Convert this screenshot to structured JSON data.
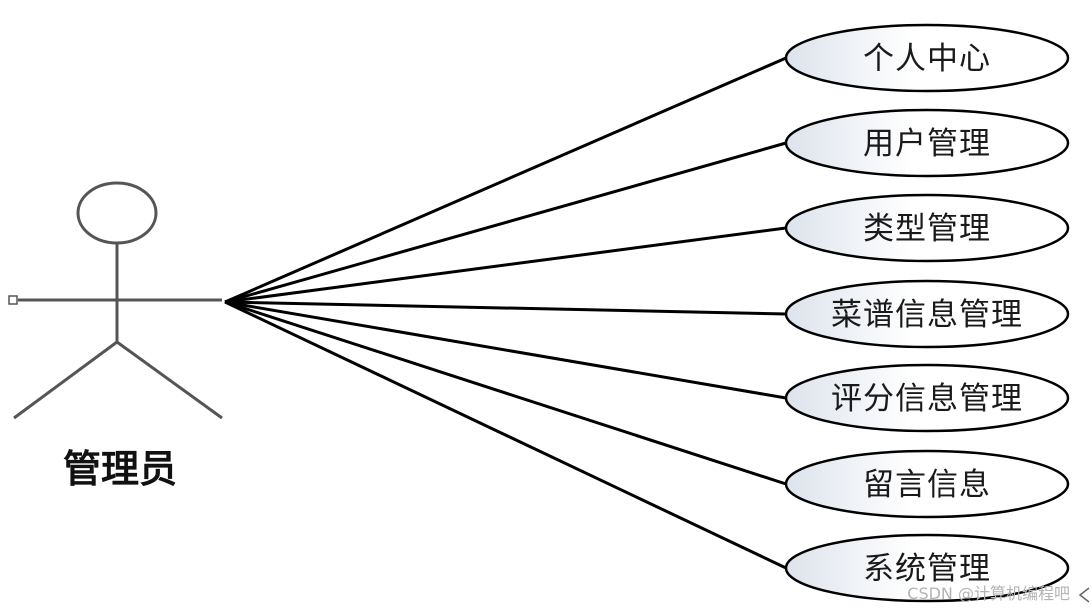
{
  "actor": {
    "name": "管理员"
  },
  "use_cases": [
    {
      "label": "个人中心"
    },
    {
      "label": "用户管理"
    },
    {
      "label": "类型管理"
    },
    {
      "label": "菜谱信息管理"
    },
    {
      "label": "评分信息管理"
    },
    {
      "label": "留言信息"
    },
    {
      "label": "系统管理"
    }
  ],
  "watermark": "CSDN @计算机编程吧",
  "colors": {
    "ellipse_fill_light": "#ffffff",
    "ellipse_fill_dark": "#dde3ec",
    "line": "#000000",
    "actor": "#555555"
  }
}
